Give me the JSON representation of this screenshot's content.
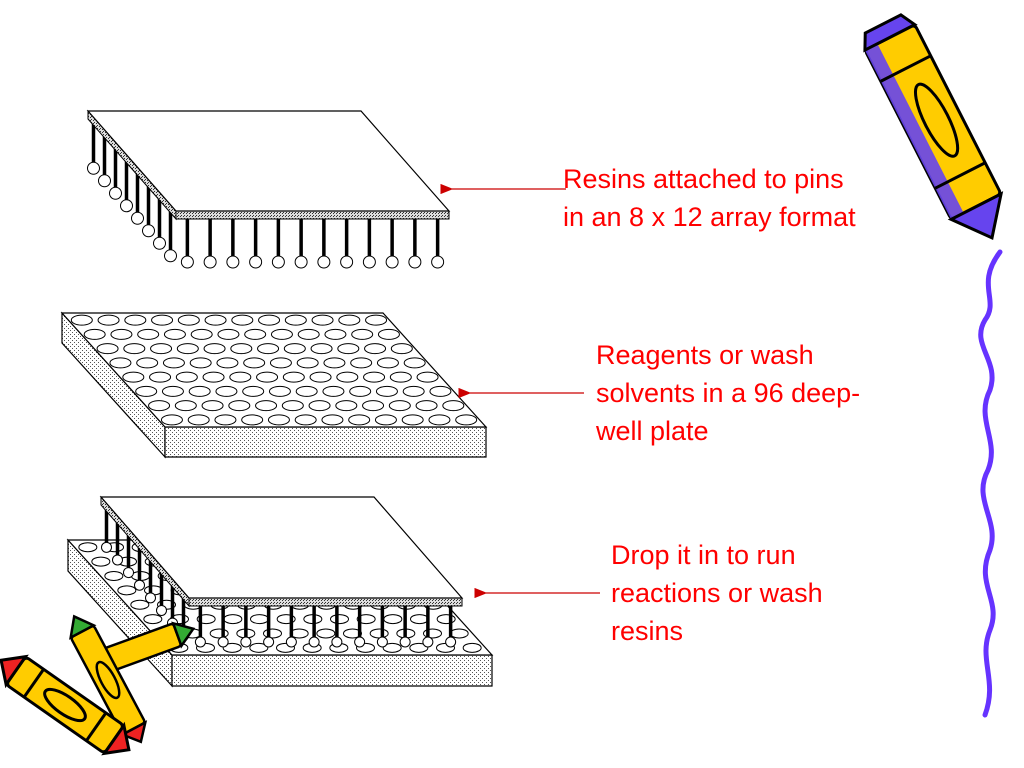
{
  "captions": [
    {
      "lines": [
        "Resins attached to pins",
        "in an 8 x 12 array format"
      ]
    },
    {
      "lines": [
        "Reagents or wash",
        "solvents in a 96 deep-",
        "well plate"
      ]
    },
    {
      "lines": [
        "Drop it in to run",
        "reactions or wash",
        "resins"
      ]
    }
  ],
  "colors": {
    "caption_text": "#ff0000",
    "arrow": "#cc0000",
    "squiggle": "#6633ff",
    "crayon_body": "#ffcc00",
    "crayon_accent": "#6644ee",
    "crayon_red": "#ee2222",
    "crayon_green": "#33aa33"
  },
  "icons": [
    "pin-array-plate-icon",
    "deep-well-plate-icon",
    "pins-in-plate-icon",
    "crayon-icon",
    "squiggle-line-icon"
  ]
}
